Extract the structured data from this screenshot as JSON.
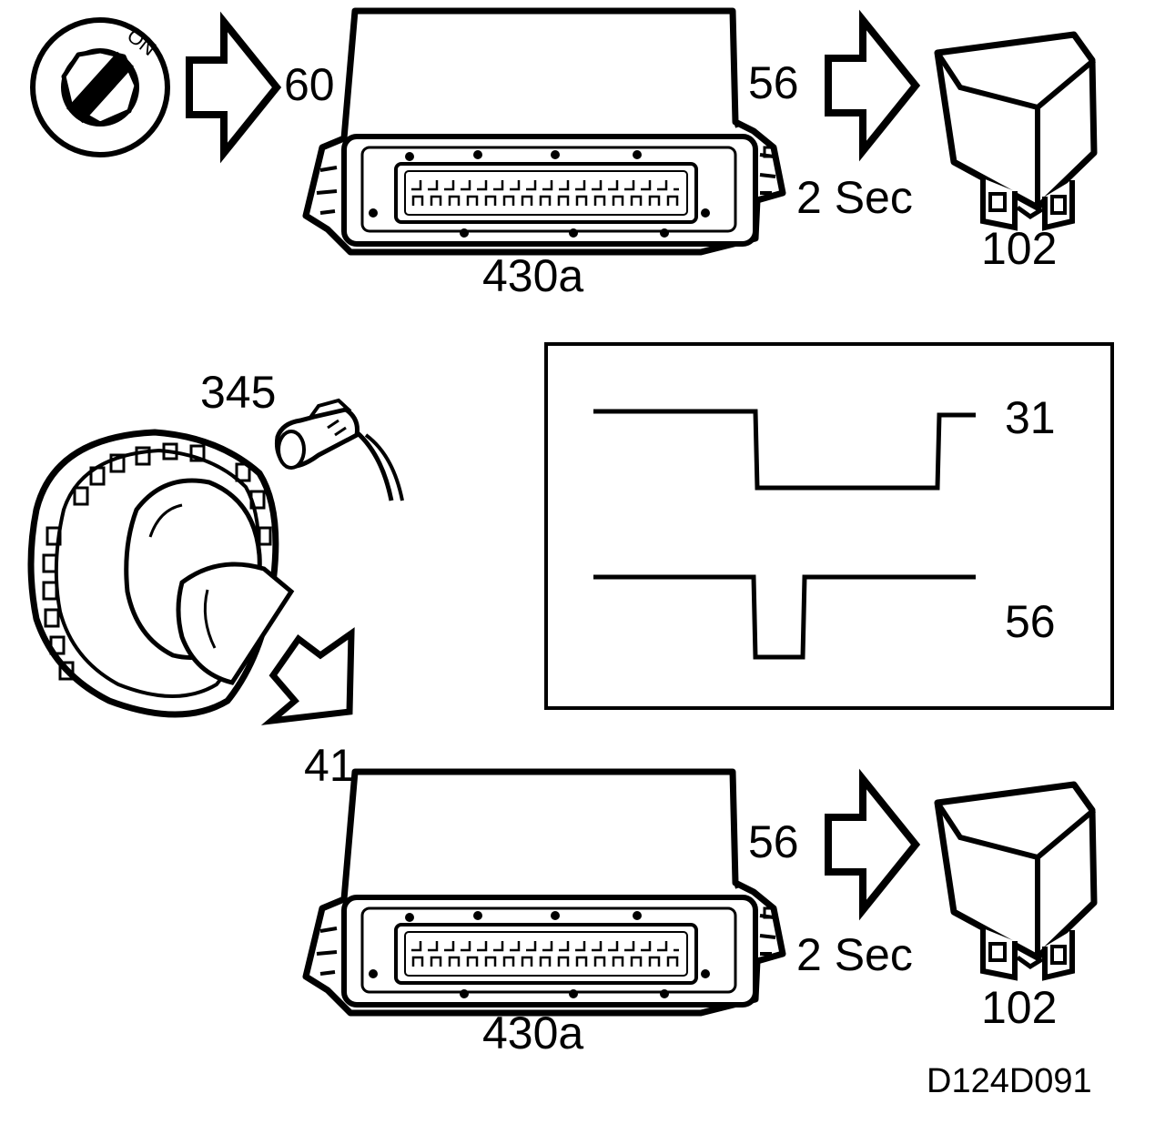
{
  "ignition": {
    "switch_text": "ON",
    "output_terminal": "60"
  },
  "ecu_top": {
    "part_number": "430a",
    "output_terminal": "56",
    "duration": "2 Sec"
  },
  "relay_top": {
    "part_number": "102"
  },
  "sensor": {
    "part_number": "345",
    "output_terminal": "41"
  },
  "signal_panel": {
    "trace_upper_terminal": "31",
    "trace_lower_terminal": "56"
  },
  "ecu_bottom": {
    "part_number": "430a",
    "output_terminal": "56",
    "duration": "2 Sec"
  },
  "relay_bottom": {
    "part_number": "102"
  },
  "figure_reference": "D124D091",
  "colors": {
    "ink": "#000000",
    "paper": "#ffffff"
  }
}
